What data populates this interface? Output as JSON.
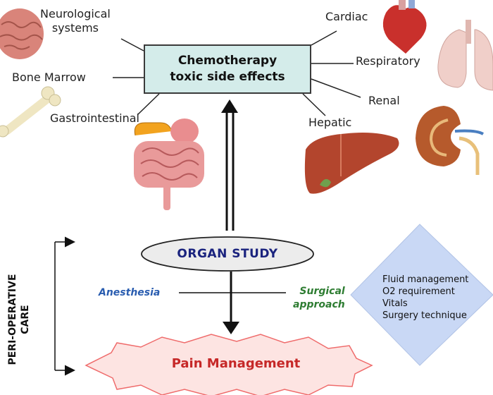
{
  "center_box": {
    "line1": "Chemotherapy",
    "line2": "toxic side effects"
  },
  "systems": {
    "neuro_line1": "Neurological",
    "neuro_line2": "systems",
    "bone_marrow": "Bone Marrow",
    "gastro": "Gastrointestinal",
    "cardiac": "Cardiac",
    "respiratory": "Respiratory",
    "renal": "Renal",
    "hepatic": "Hepatic"
  },
  "organ_study": "ORGAN STUDY",
  "anesthesia": "Anesthesia",
  "surgical_line1": "Surgical",
  "surgical_line2": "approach",
  "diamond_items": [
    "Fluid management",
    "O2 requirement",
    "Vitals",
    "Surgery technique"
  ],
  "pain_management": "Pain Management",
  "peri_line1": "PERI-OPERATIVE",
  "peri_line2": "CARE",
  "colors": {
    "box_fill": "#d4ecea",
    "ellipse_fill": "#ececec",
    "diamond_fill": "#c9d8f5",
    "starburst_fill": "#fde4e2",
    "pain_text": "#c62828",
    "organ_text": "#1a237e",
    "anesthesia_text": "#2a5db0",
    "surgical_text": "#2e7d32"
  }
}
